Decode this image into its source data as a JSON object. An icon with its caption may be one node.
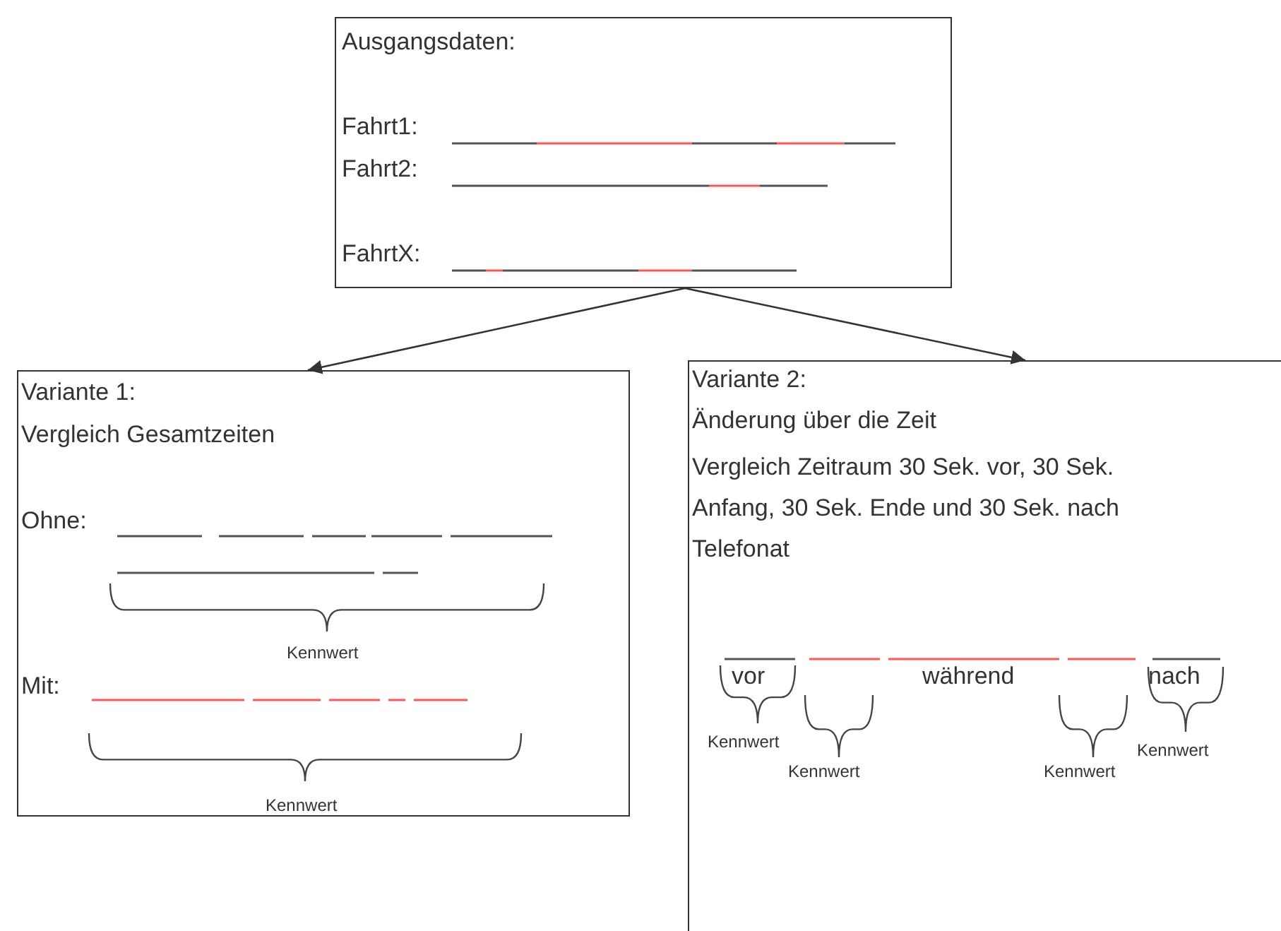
{
  "diagram": {
    "nodes": [
      {
        "text": [
          "Ausgangsdaten:",
          "Fahrt1:",
          "Fahrt2:",
          "FahrtX:"
        ]
      },
      {
        "text": [
          "Variante 1:",
          "Vergleich Gesamtzeiten",
          "Ohne:",
          "Kennwert",
          "Mit:",
          "Kennwert"
        ]
      },
      {
        "text": [
          "Variante 2:",
          "Änderung über die Zeit",
          "Vergleich Zeitraum 30 Sek. vor, 30 Sek. Anfang, 30 Sek. Ende und 30 Sek. nach Telefonat",
          "vor",
          "während",
          "nach",
          "Kennwert",
          "Kennwert",
          "Kennwert",
          "Kennwert"
        ]
      }
    ],
    "edges": [
      {
        "from": 0,
        "to": 1,
        "arrow": "to"
      },
      {
        "from": 0,
        "to": 2,
        "arrow": "to"
      }
    ]
  }
}
